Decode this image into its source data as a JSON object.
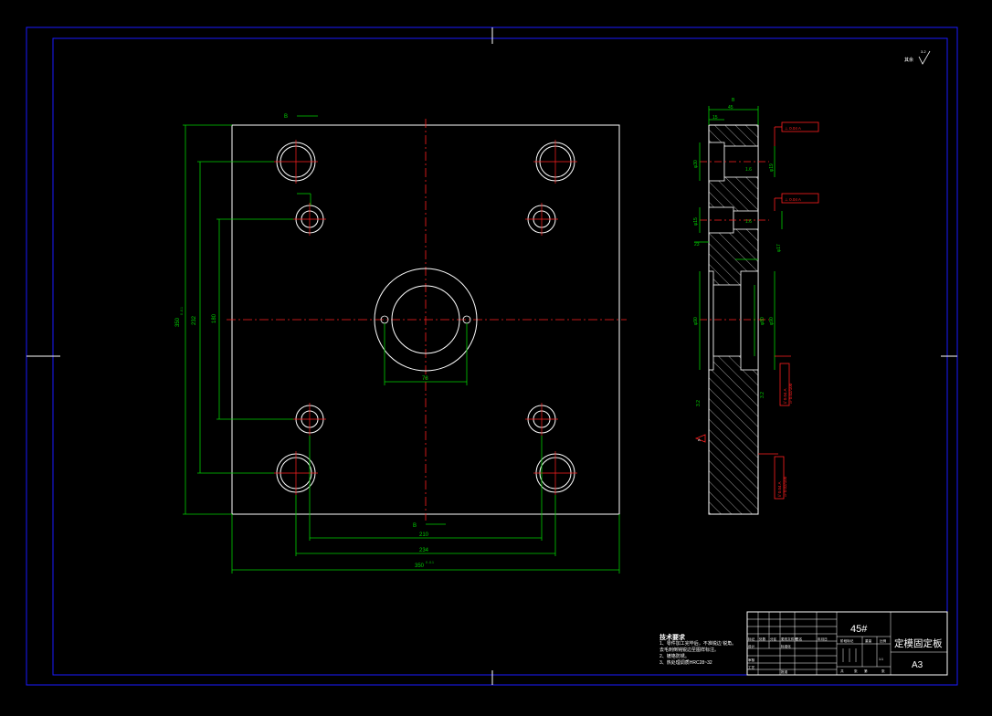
{
  "drawing": {
    "material": "45#",
    "part_name": "定模固定板",
    "sheet_size": "A3",
    "roughness_note": "其余",
    "tech_title": "技术要求",
    "tech_notes": [
      "1、零件加工完毕后，不准锐边 锐角。",
      "去毛刺倒钝锐边至图样标注。",
      "2、镀铬防锈。",
      "3、热处理调质HRC28~32"
    ],
    "front_view": {
      "dim_width": "350",
      "dim_height": "350",
      "dim_tol": "0 -0.1",
      "dim_232": "232",
      "dim_180": "180",
      "dim_210": "210",
      "dim_234": "234",
      "dim_78": "78",
      "section_mark": "B"
    },
    "side_view": {
      "section_mark": "B",
      "dim_45": "45",
      "dim_15": "15",
      "dim_d30": "φ30",
      "dim_d19": "φ19",
      "dim_d15": "φ15",
      "dim_d17": "φ17",
      "dim_23": "23",
      "dim_d90a": "φ90",
      "dim_d90b": "φ90",
      "dim_d80": "φ80",
      "tol_perp": "⊥ 0.04 A",
      "tol_par": "// 0.04 A",
      "tol_flat": "▱ 0.02/100",
      "datum": "A",
      "rough_16": "1.6",
      "rough_32": "3.2"
    },
    "title_block": {
      "h1": "标记",
      "h2": "处数",
      "h3": "分区",
      "h4": "更改文件号",
      "h5": "签名",
      "h6": "年月日",
      "r1": "设计",
      "r2": "标准化",
      "r3": "审核",
      "r4": "工艺",
      "r5": "批准",
      "s1": "阶段标记",
      "s2": "重量",
      "s3": "比例",
      "s4": "共",
      "s5": "张",
      "s6": "第",
      "s7": "1:1"
    }
  }
}
